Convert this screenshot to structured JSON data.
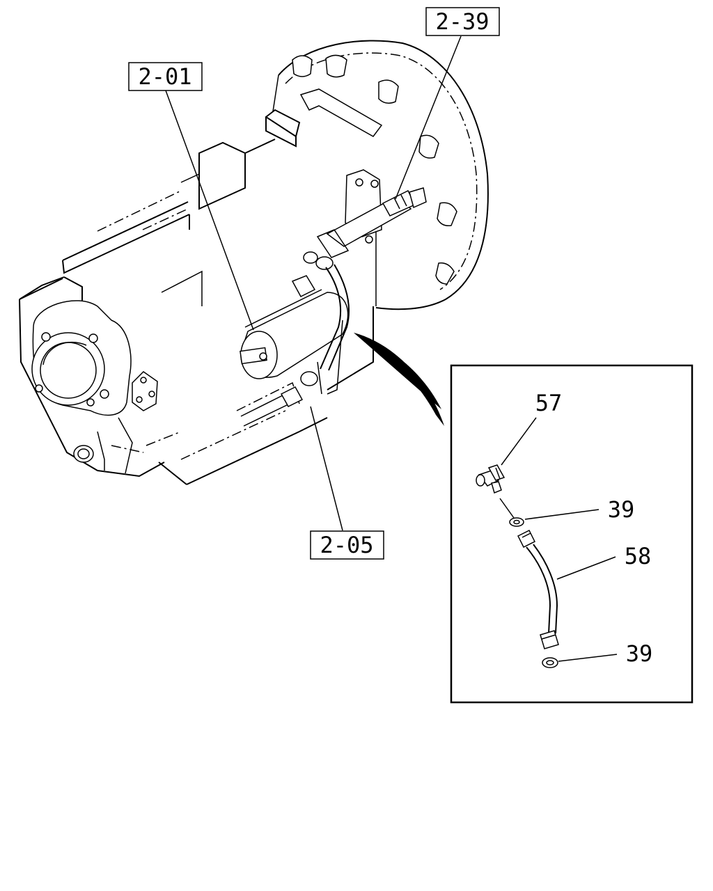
{
  "callouts": {
    "ref_2_01": "2-01",
    "ref_2_39": "2-39",
    "ref_2_05": "2-05"
  },
  "detail_parts": {
    "part_57": "57",
    "part_39_upper": "39",
    "part_58": "58",
    "part_39_lower": "39"
  },
  "colors": {
    "line": "#000000",
    "background": "#ffffff"
  }
}
